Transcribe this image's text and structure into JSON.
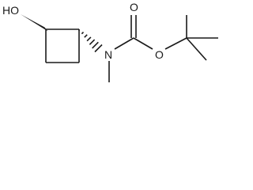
{
  "molecule": {
    "atoms": {
      "hydroxyl": "HO",
      "nitrogen": "N",
      "carbonyl_oxygen": "O",
      "ester_oxygen": "O"
    },
    "colors": {
      "ink": "#1a1a1a",
      "background": "#ffffff"
    }
  }
}
